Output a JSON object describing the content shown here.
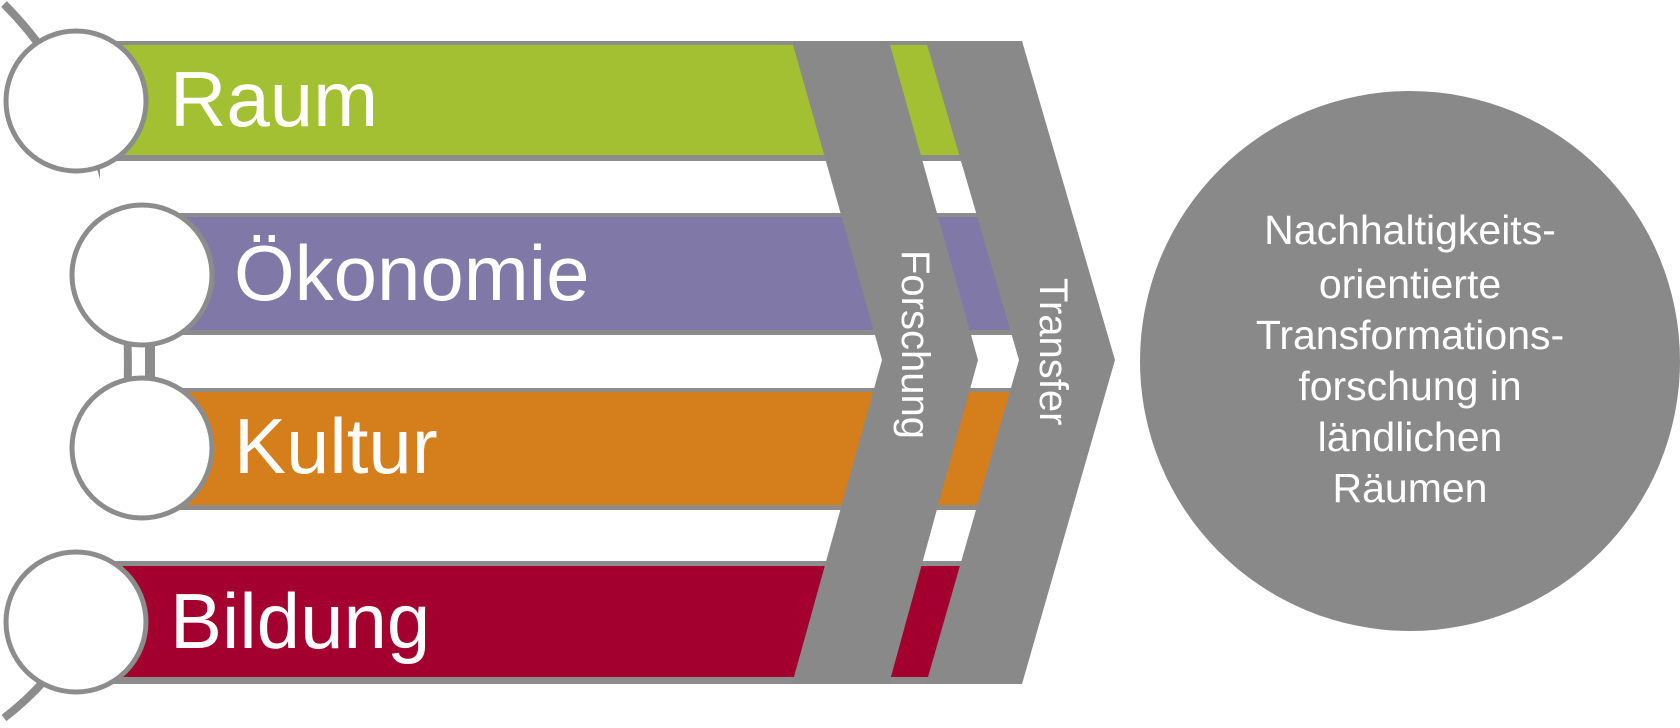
{
  "colors": {
    "raum": "#a3bf32",
    "oekonomie": "#8079a8",
    "kultur": "#d57e1c",
    "bildung": "#a30030",
    "gray": "#898989",
    "outline": "#8c8c8c",
    "white": "#ffffff"
  },
  "fields": [
    {
      "label": "Raum",
      "color_key": "raum"
    },
    {
      "label": "Ökonomie",
      "color_key": "oekonomie"
    },
    {
      "label": "Kultur",
      "color_key": "kultur"
    },
    {
      "label": "Bildung",
      "color_key": "bildung"
    }
  ],
  "chevrons": {
    "forschung": "Forschung",
    "transfer": "Transfer"
  },
  "result": {
    "lines": [
      "Nachhaltigkeits-",
      "orientierte",
      "Transformations-",
      "forschung in",
      "ländlichen",
      "Räumen"
    ]
  }
}
